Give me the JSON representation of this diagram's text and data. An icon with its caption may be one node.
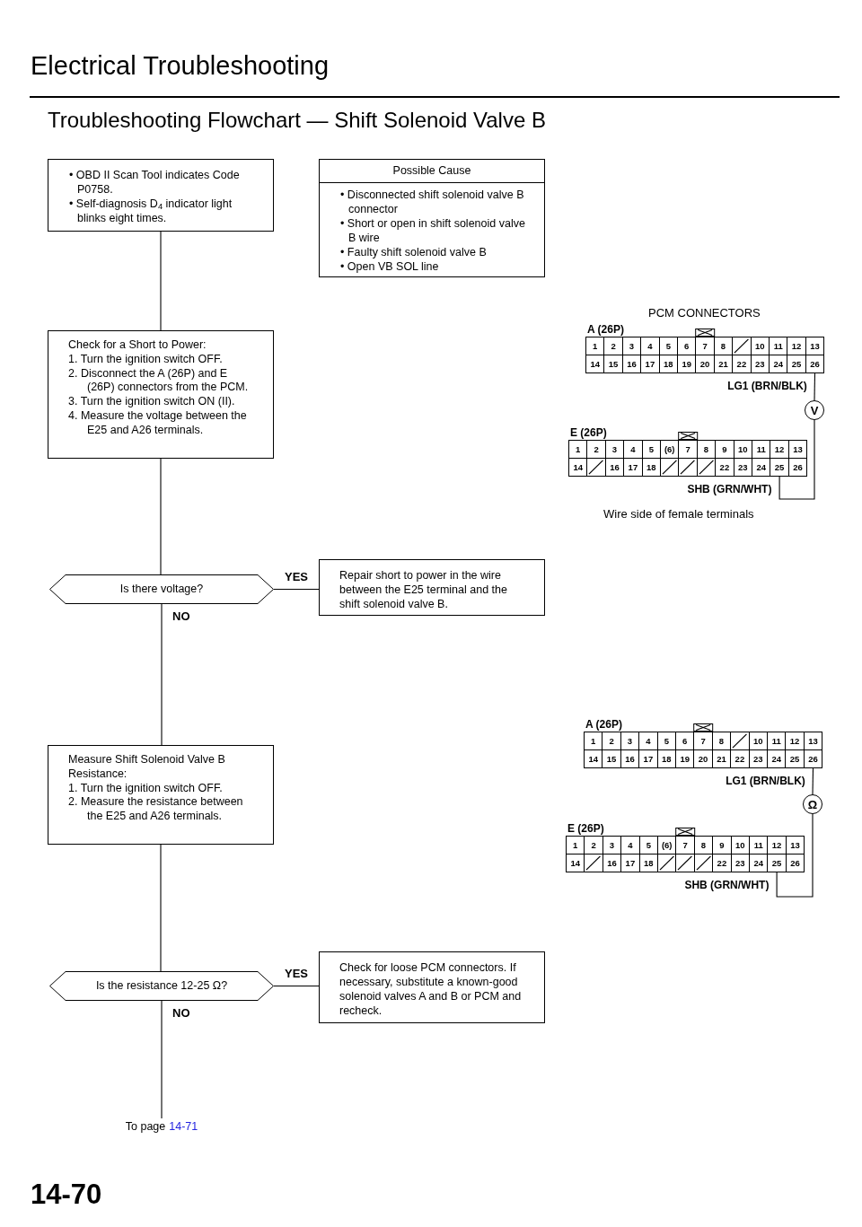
{
  "diagram": {
    "title": "Troubleshooting Flowchart — Shift Solenoid Valve B",
    "nodes": [
      {
        "text": [
          "• OBD II Scan Tool indicates Code P0758.",
          "• Self-diagnosis D$_{4}$ indicator light blinks eight times."
        ]
      },
      {
        "text": [
          "Possible Cause",
          "• Disconnected shift solenoid valve B connector",
          "• Short or open in shift solenoid valve B wire",
          "• Faulty shift solenoid valve B",
          "• Open VB SOL line"
        ]
      },
      {
        "text": [
          "Check for a Short to Power:",
          "1. Turn the ignition switch OFF.",
          "2. Disconnect the A (26P) and E (26P) connectors from the PCM.",
          "3. Turn the ignition switch ON (II).",
          "4. Measure the voltage between the E25 and A26 terminals."
        ]
      },
      {
        "text": [
          "Is there voltage?"
        ]
      },
      {
        "text": [
          "Repair short to power in the wire between the E25 terminal and the shift solenoid valve B."
        ]
      },
      {
        "text": [
          "Measure Shift Solenoid Valve B Resistance:",
          "1. Turn the ignition switch OFF.",
          "2. Measure the resistance between the E25 and A26 terminals."
        ]
      },
      {
        "text": [
          "Is the resistance 12-25 Ω?"
        ]
      },
      {
        "text": [
          "Check for loose PCM connectors. If necessary, substitute a known-good solenoid valves A and B or PCM and recheck."
        ]
      },
      {
        "text": [
          "To page",
          "14-71"
        ]
      },
      {
        "text": [
          "V"
        ]
      },
      {
        "text": [
          "Ω"
        ]
      },
      {
        "text": [
          "26"
        ]
      },
      {
        "text": [
          "25"
        ]
      },
      {
        "text": [
          "26"
        ]
      },
      {
        "text": [
          "25"
        ]
      }
    ],
    "edges": [
      {
        "from": 0,
        "to": 2,
        "arrow": "none"
      },
      {
        "from": 2,
        "to": 3,
        "arrow": "none"
      },
      {
        "from": 3,
        "to": 4,
        "arrow": "none",
        "label": "YES"
      },
      {
        "from": 3,
        "to": 5,
        "arrow": "none",
        "label": "NO"
      },
      {
        "from": 5,
        "to": 6,
        "arrow": "none"
      },
      {
        "from": 6,
        "to": 7,
        "arrow": "none",
        "label": "YES"
      },
      {
        "from": 6,
        "to": 8,
        "arrow": "none",
        "label": "NO"
      },
      {
        "from": 9,
        "to": 11,
        "arrow": "none"
      },
      {
        "from": 9,
        "to": 12,
        "arrow": "none"
      },
      {
        "from": 10,
        "to": 13,
        "arrow": "none"
      },
      {
        "from": 10,
        "to": 14,
        "arrow": "none"
      }
    ],
    "labels": [
      "Electrical Troubleshooting",
      "PCM CONNECTORS",
      "A (26P)",
      "1",
      "2",
      "3",
      "4",
      "5",
      "6",
      "7",
      "8",
      "10",
      "11",
      "12",
      "13",
      "14",
      "15",
      "16",
      "17",
      "18",
      "19",
      "20",
      "21",
      "22",
      "23",
      "24",
      "25",
      "LG1 (BRN/BLK)",
      "E (26P)",
      "1",
      "2",
      "3",
      "4",
      "5",
      "(6)",
      "7",
      "8",
      "9",
      "10",
      "11",
      "12",
      "13",
      "14",
      "16",
      "17",
      "18",
      "22",
      "23",
      "24",
      "26",
      "SHB (GRN/WHT)",
      "Wire side of female terminals",
      "A (26P)",
      "1",
      "2",
      "3",
      "4",
      "5",
      "6",
      "7",
      "8",
      "10",
      "11",
      "12",
      "13",
      "14",
      "15",
      "16",
      "17",
      "18",
      "19",
      "20",
      "21",
      "22",
      "23",
      "24",
      "25",
      "LG1 (BRN/BLK)",
      "E (26P)",
      "1",
      "2",
      "3",
      "4",
      "5",
      "(6)",
      "7",
      "8",
      "9",
      "10",
      "11",
      "12",
      "13",
      "14",
      "16",
      "17",
      "18",
      "22",
      "23",
      "24",
      "26",
      "SHB (GRN/WHT)",
      "14-70"
    ]
  }
}
